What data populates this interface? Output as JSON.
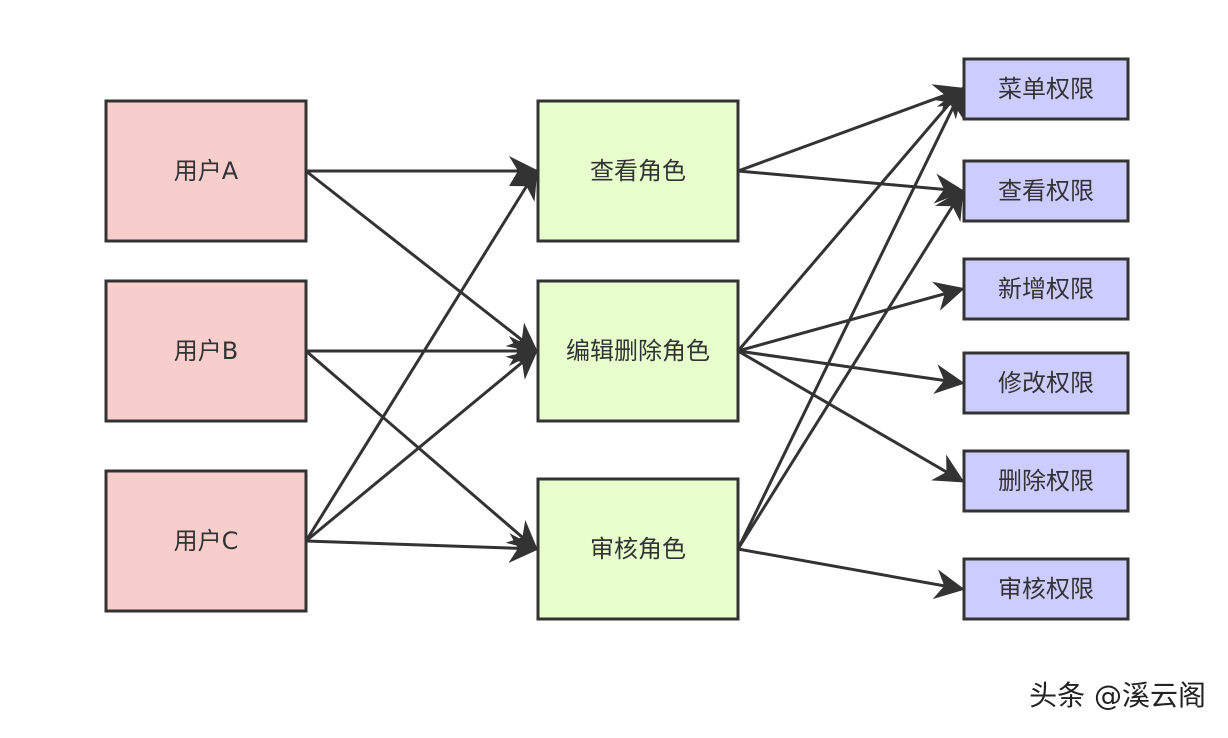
{
  "colors": {
    "user": "#f8cecc",
    "role": "#e6ffcc",
    "permission": "#ccccff",
    "stroke": "#333333",
    "text": "#333333"
  },
  "nodes": [
    {
      "id": "userA",
      "group": "user",
      "label": "用户A"
    },
    {
      "id": "userB",
      "group": "user",
      "label": "用户B"
    },
    {
      "id": "userC",
      "group": "user",
      "label": "用户C"
    },
    {
      "id": "roleView",
      "group": "role",
      "label": "查看角色"
    },
    {
      "id": "roleEditDelete",
      "group": "role",
      "label": "编辑删除角色"
    },
    {
      "id": "roleReview",
      "group": "role",
      "label": "审核角色"
    },
    {
      "id": "permMenu",
      "group": "permission",
      "label": "菜单权限"
    },
    {
      "id": "permView",
      "group": "permission",
      "label": "查看权限"
    },
    {
      "id": "permAdd",
      "group": "permission",
      "label": "新增权限"
    },
    {
      "id": "permModify",
      "group": "permission",
      "label": "修改权限"
    },
    {
      "id": "permDelete",
      "group": "permission",
      "label": "删除权限"
    },
    {
      "id": "permReview",
      "group": "permission",
      "label": "审核权限"
    }
  ],
  "edges": [
    {
      "from": "userA",
      "to": "roleView"
    },
    {
      "from": "userA",
      "to": "roleEditDelete"
    },
    {
      "from": "userB",
      "to": "roleEditDelete"
    },
    {
      "from": "userB",
      "to": "roleReview"
    },
    {
      "from": "userC",
      "to": "roleView"
    },
    {
      "from": "userC",
      "to": "roleEditDelete"
    },
    {
      "from": "userC",
      "to": "roleReview"
    },
    {
      "from": "roleView",
      "to": "permMenu"
    },
    {
      "from": "roleView",
      "to": "permView"
    },
    {
      "from": "roleEditDelete",
      "to": "permMenu"
    },
    {
      "from": "roleEditDelete",
      "to": "permAdd"
    },
    {
      "from": "roleEditDelete",
      "to": "permModify"
    },
    {
      "from": "roleEditDelete",
      "to": "permDelete"
    },
    {
      "from": "roleReview",
      "to": "permMenu"
    },
    {
      "from": "roleReview",
      "to": "permView"
    },
    {
      "from": "roleReview",
      "to": "permReview"
    }
  ],
  "watermark": "头条 @溪云阁"
}
